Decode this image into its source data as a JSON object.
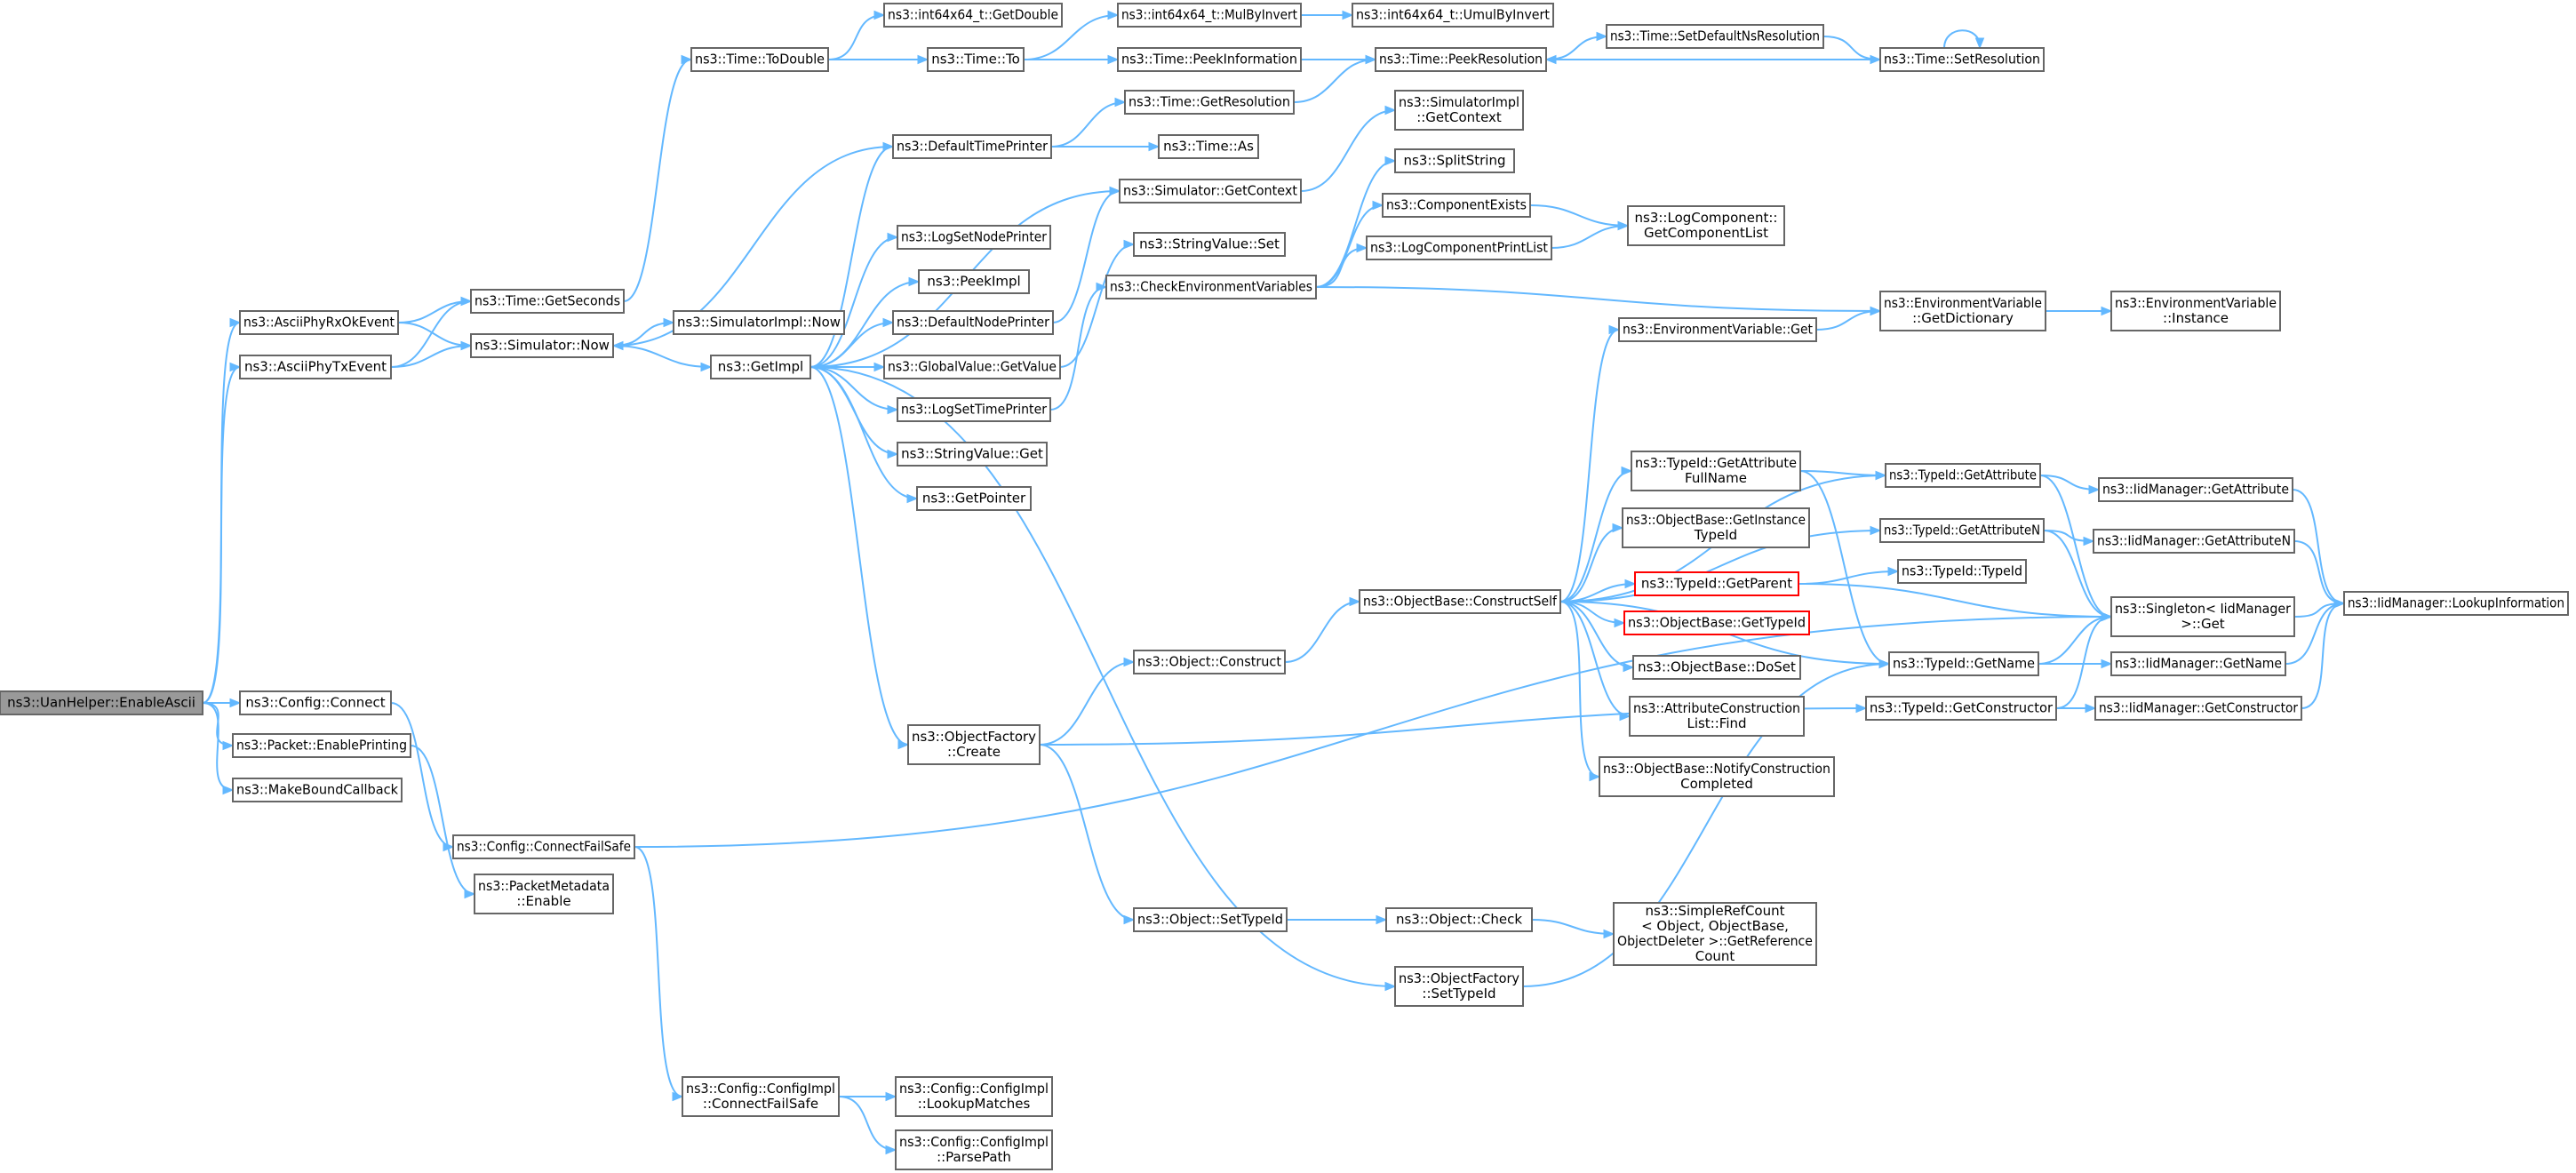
{
  "colors": {
    "edge": "#63b8ff",
    "node_border": "#666666",
    "root_fill": "#999999",
    "highlight_border": "#ff0000"
  },
  "nodes": [
    {
      "id": "EnableAscii",
      "lines": [
        "ns3::UanHelper::EnableAscii"
      ],
      "root": true
    },
    {
      "id": "AsciiPhyRxOkEvent",
      "lines": [
        "ns3::AsciiPhyRxOkEvent"
      ]
    },
    {
      "id": "AsciiPhyTxEvent",
      "lines": [
        "ns3::AsciiPhyTxEvent"
      ]
    },
    {
      "id": "ConfigConnect",
      "lines": [
        "ns3::Config::Connect"
      ]
    },
    {
      "id": "PacketEnablePrinting",
      "lines": [
        "ns3::Packet::EnablePrinting"
      ]
    },
    {
      "id": "MakeBoundCallback",
      "lines": [
        "ns3::MakeBoundCallback"
      ]
    },
    {
      "id": "TimeGetSeconds",
      "lines": [
        "ns3::Time::GetSeconds"
      ]
    },
    {
      "id": "SimulatorNow",
      "lines": [
        "ns3::Simulator::Now"
      ]
    },
    {
      "id": "ConfigConnectFailSafe",
      "lines": [
        "ns3::Config::ConnectFailSafe"
      ]
    },
    {
      "id": "PacketMetadataEnable",
      "lines": [
        "ns3::PacketMetadata",
        "::Enable"
      ]
    },
    {
      "id": "TimeToDouble",
      "lines": [
        "ns3::Time::ToDouble"
      ]
    },
    {
      "id": "SimulatorImplNow",
      "lines": [
        "ns3::SimulatorImpl::Now"
      ]
    },
    {
      "id": "GetImpl",
      "lines": [
        "ns3::GetImpl"
      ]
    },
    {
      "id": "ConfigImplConnectFailSafe",
      "lines": [
        "ns3::Config::ConfigImpl",
        "::ConnectFailSafe"
      ]
    },
    {
      "id": "Int64GetDouble",
      "lines": [
        "ns3::int64x64_t::GetDouble"
      ]
    },
    {
      "id": "TimeTo",
      "lines": [
        "ns3::Time::To"
      ]
    },
    {
      "id": "DefaultTimePrinter",
      "lines": [
        "ns3::DefaultTimePrinter"
      ]
    },
    {
      "id": "LogSetNodePrinter",
      "lines": [
        "ns3::LogSetNodePrinter"
      ]
    },
    {
      "id": "PeekImpl",
      "lines": [
        "ns3::PeekImpl"
      ]
    },
    {
      "id": "DefaultNodePrinter",
      "lines": [
        "ns3::DefaultNodePrinter"
      ]
    },
    {
      "id": "GlobalValueGetValue",
      "lines": [
        "ns3::GlobalValue::GetValue"
      ]
    },
    {
      "id": "LogSetTimePrinter",
      "lines": [
        "ns3::LogSetTimePrinter"
      ]
    },
    {
      "id": "StringValueGet",
      "lines": [
        "ns3::StringValue::Get"
      ]
    },
    {
      "id": "GetPointer",
      "lines": [
        "ns3::GetPointer"
      ]
    },
    {
      "id": "ObjectFactoryCreate",
      "lines": [
        "ns3::ObjectFactory",
        "::Create"
      ]
    },
    {
      "id": "ConfigImplLookupMatches",
      "lines": [
        "ns3::Config::ConfigImpl",
        "::LookupMatches"
      ]
    },
    {
      "id": "ConfigImplParsePath",
      "lines": [
        "ns3::Config::ConfigImpl",
        "::ParsePath"
      ]
    },
    {
      "id": "Int64MulByInvert",
      "lines": [
        "ns3::int64x64_t::MulByInvert"
      ]
    },
    {
      "id": "TimePeekInformation",
      "lines": [
        "ns3::Time::PeekInformation"
      ]
    },
    {
      "id": "TimeGetResolution",
      "lines": [
        "ns3::Time::GetResolution"
      ]
    },
    {
      "id": "TimeAs",
      "lines": [
        "ns3::Time::As"
      ]
    },
    {
      "id": "SimulatorGetContext",
      "lines": [
        "ns3::Simulator::GetContext"
      ]
    },
    {
      "id": "StringValueSet",
      "lines": [
        "ns3::StringValue::Set"
      ]
    },
    {
      "id": "CheckEnvironmentVariables",
      "lines": [
        "ns3::CheckEnvironmentVariables"
      ]
    },
    {
      "id": "ObjectConstruct",
      "lines": [
        "ns3::Object::Construct"
      ]
    },
    {
      "id": "ObjectSetTypeId",
      "lines": [
        "ns3::Object::SetTypeId"
      ]
    },
    {
      "id": "ObjectFactorySetTypeId",
      "lines": [
        "ns3::ObjectFactory",
        "::SetTypeId"
      ]
    },
    {
      "id": "Int64UmulByInvert",
      "lines": [
        "ns3::int64x64_t::UmulByInvert"
      ]
    },
    {
      "id": "TimePeekResolution",
      "lines": [
        "ns3::Time::PeekResolution"
      ]
    },
    {
      "id": "SimulatorImplGetContext",
      "lines": [
        "ns3::SimulatorImpl",
        "::GetContext"
      ]
    },
    {
      "id": "SplitString",
      "lines": [
        "ns3::SplitString"
      ]
    },
    {
      "id": "ComponentExists",
      "lines": [
        "ns3::ComponentExists"
      ]
    },
    {
      "id": "LogComponentPrintList",
      "lines": [
        "ns3::LogComponentPrintList"
      ]
    },
    {
      "id": "ObjectBaseConstructSelf",
      "lines": [
        "ns3::ObjectBase::ConstructSelf"
      ]
    },
    {
      "id": "ObjectCheck",
      "lines": [
        "ns3::Object::Check"
      ]
    },
    {
      "id": "EnvironmentVariableGet",
      "lines": [
        "ns3::EnvironmentVariable::Get"
      ]
    },
    {
      "id": "TypeIdGetAttributeFullName",
      "lines": [
        "ns3::TypeId::GetAttribute",
        "FullName"
      ]
    },
    {
      "id": "ObjectBaseGetInstanceTypeId",
      "lines": [
        "ns3::ObjectBase::GetInstance",
        "TypeId"
      ]
    },
    {
      "id": "TypeIdGetParent",
      "lines": [
        "ns3::TypeId::GetParent"
      ],
      "highlight": true
    },
    {
      "id": "ObjectBaseGetTypeId",
      "lines": [
        "ns3::ObjectBase::GetTypeId"
      ],
      "highlight": true
    },
    {
      "id": "ObjectBaseDoSet",
      "lines": [
        "ns3::ObjectBase::DoSet"
      ]
    },
    {
      "id": "AttributeConstructionListFind",
      "lines": [
        "ns3::AttributeConstruction",
        "List::Find"
      ]
    },
    {
      "id": "ObjectBaseNotifyConstructionCompleted",
      "lines": [
        "ns3::ObjectBase::NotifyConstruction",
        "Completed"
      ]
    },
    {
      "id": "SimpleRefCountGetReferenceCount",
      "lines": [
        "ns3::SimpleRefCount",
        "< Object, ObjectBase,",
        "ObjectDeleter >::GetReference",
        "Count"
      ]
    },
    {
      "id": "TimeSetDefaultNsResolution",
      "lines": [
        "ns3::Time::SetDefaultNsResolution"
      ]
    },
    {
      "id": "LogComponentGetComponentList",
      "lines": [
        "ns3::LogComponent::",
        "GetComponentList"
      ]
    },
    {
      "id": "EnvironmentVariableGetDictionary",
      "lines": [
        "ns3::EnvironmentVariable",
        "::GetDictionary"
      ]
    },
    {
      "id": "TypeIdGetAttribute",
      "lines": [
        "ns3::TypeId::GetAttribute"
      ]
    },
    {
      "id": "TypeIdGetAttributeN",
      "lines": [
        "ns3::TypeId::GetAttributeN"
      ]
    },
    {
      "id": "TypeIdTypeId",
      "lines": [
        "ns3::TypeId::TypeId"
      ]
    },
    {
      "id": "TypeIdGetName",
      "lines": [
        "ns3::TypeId::GetName"
      ]
    },
    {
      "id": "TypeIdGetConstructor",
      "lines": [
        "ns3::TypeId::GetConstructor"
      ]
    },
    {
      "id": "TimeSetResolution",
      "lines": [
        "ns3::Time::SetResolution"
      ]
    },
    {
      "id": "EnvironmentVariableInstance",
      "lines": [
        "ns3::EnvironmentVariable",
        "::Instance"
      ]
    },
    {
      "id": "IidManagerGetAttribute",
      "lines": [
        "ns3::IidManager::GetAttribute"
      ]
    },
    {
      "id": "IidManagerGetAttributeN",
      "lines": [
        "ns3::IidManager::GetAttributeN"
      ]
    },
    {
      "id": "SingletonIidManagerGet",
      "lines": [
        "ns3::Singleton< IidManager",
        ">::Get"
      ]
    },
    {
      "id": "IidManagerGetName",
      "lines": [
        "ns3::IidManager::GetName"
      ]
    },
    {
      "id": "IidManagerGetConstructor",
      "lines": [
        "ns3::IidManager::GetConstructor"
      ]
    },
    {
      "id": "IidManagerLookupInformation",
      "lines": [
        "ns3::IidManager::LookupInformation"
      ]
    }
  ]
}
